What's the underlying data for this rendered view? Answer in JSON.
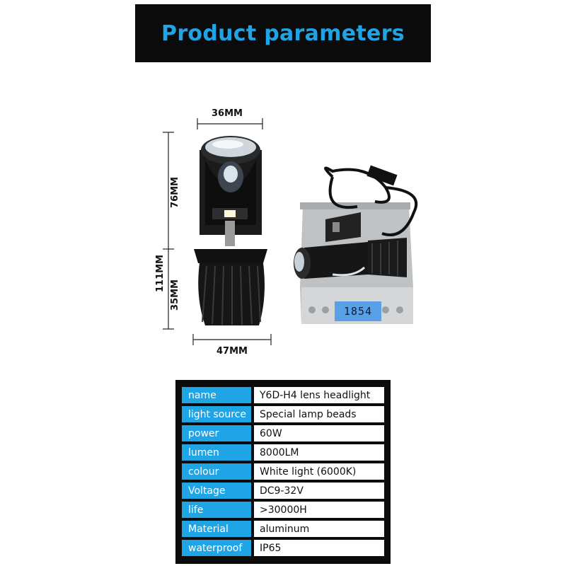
{
  "banner": {
    "title": "Product parameters"
  },
  "dimensions": {
    "width_top": "36MM",
    "height_upper": "76MM",
    "height_total": "111MM",
    "height_lower": "35MM",
    "width_bottom": "47MM"
  },
  "scale": {
    "readout": "1854"
  },
  "params": [
    {
      "key": "name",
      "value": "Y6D-H4 lens headlight"
    },
    {
      "key": "light source",
      "value": "Special lamp beads"
    },
    {
      "key": "power",
      "value": "60W"
    },
    {
      "key": "lumen",
      "value": "8000LM"
    },
    {
      "key": "colour",
      "value": "White light (6000K)"
    },
    {
      "key": "Voltage",
      "value": "DC9-32V"
    },
    {
      "key": "life",
      "value": ">30000H"
    },
    {
      "key": "Material",
      "value": "aluminum"
    },
    {
      "key": "waterproof",
      "value": "IP65"
    }
  ],
  "colors": {
    "accent": "#1fa4e6",
    "dark": "#0b0b0b"
  }
}
